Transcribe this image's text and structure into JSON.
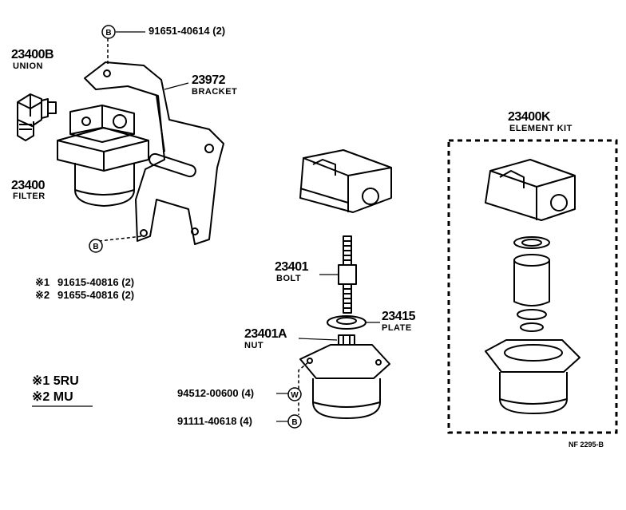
{
  "diagram": {
    "parts": {
      "union": {
        "number": "23400B",
        "name": "UNION"
      },
      "bracket": {
        "number": "23972",
        "name": "BRACKET"
      },
      "filter": {
        "number": "23400",
        "name": "FILTER"
      },
      "bolt": {
        "number": "23401",
        "name": "BOLT"
      },
      "nut": {
        "number": "23401A",
        "name": "NUT"
      },
      "plate": {
        "number": "23415",
        "name": "PLATE"
      },
      "element_kit": {
        "number": "23400K",
        "name": "ELEMENT KIT"
      }
    },
    "fasteners": {
      "top_bolt": {
        "code": "91651-40614 (2)",
        "symbol": "B"
      },
      "bracket_bolt": {
        "symbol": "B"
      },
      "note1_part": {
        "marker": "※1",
        "code": "91615-40816 (2)"
      },
      "note2_part": {
        "marker": "※2",
        "code": "91655-40816 (2)"
      },
      "washer": {
        "code": "94512-00600 (4)",
        "symbol": "W"
      },
      "bottom_bolt": {
        "code": "91111-40618 (4)",
        "symbol": "B"
      }
    },
    "legend": {
      "note1": "※1 5RU",
      "note2": "※2 MU"
    },
    "ref_code": "NF 2295-B"
  }
}
